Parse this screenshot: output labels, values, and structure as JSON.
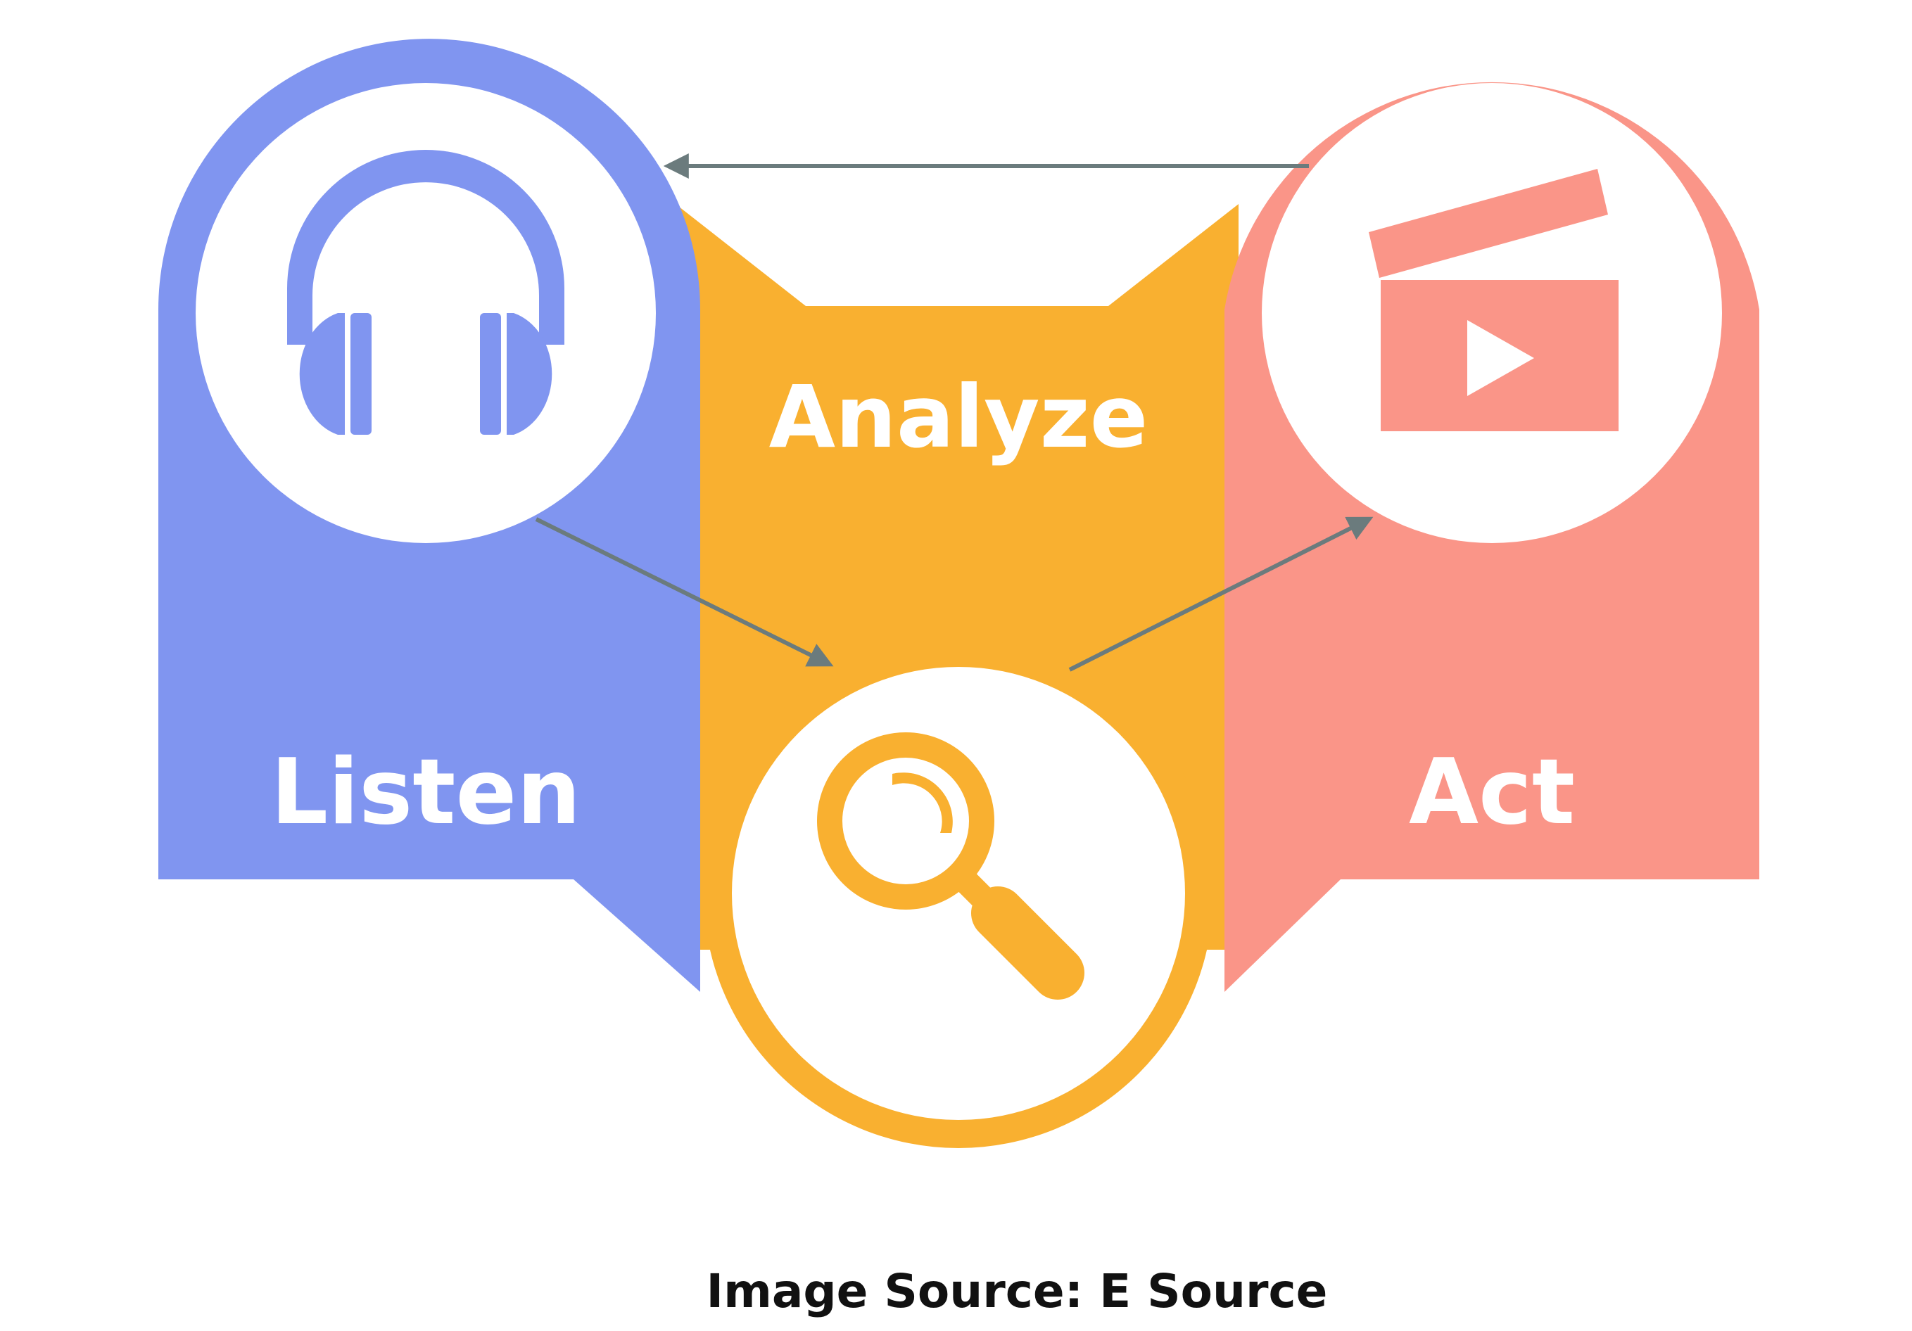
{
  "diagram": {
    "stages": {
      "listen": {
        "label": "Listen",
        "icon": "headphones-icon",
        "color": "#8095F0"
      },
      "analyze": {
        "label": "Analyze",
        "icon": "magnifier-icon",
        "color": "#F9B030"
      },
      "act": {
        "label": "Act",
        "icon": "clapperboard-icon",
        "color": "#FA9588"
      }
    },
    "arrow_color": "#6B7B7D",
    "background": "#FFFFFF"
  },
  "caption": "Image Source: E Source"
}
